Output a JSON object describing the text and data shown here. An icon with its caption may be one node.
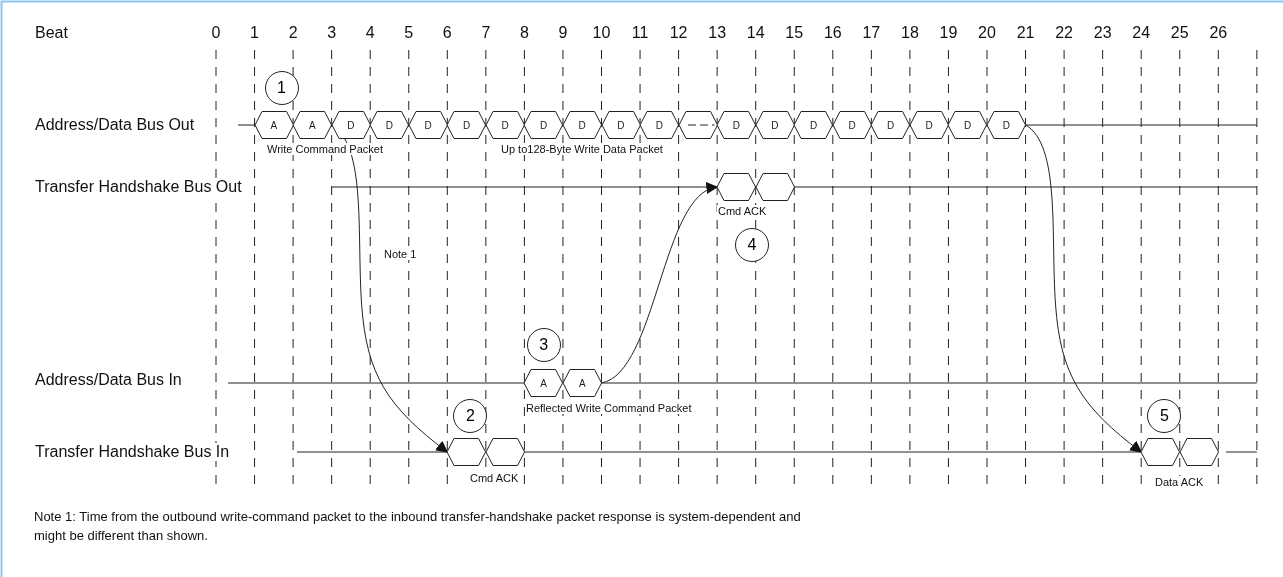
{
  "diagram": {
    "nodes": [
      {
        "text": [
          "A"
        ]
      },
      {
        "text": [
          "A"
        ]
      },
      {
        "text": [
          "D"
        ]
      },
      {
        "text": [
          "D"
        ]
      },
      {
        "text": [
          "D"
        ]
      },
      {
        "text": [
          "D"
        ]
      },
      {
        "text": [
          "D"
        ]
      },
      {
        "text": [
          "D"
        ]
      },
      {
        "text": [
          "D"
        ]
      },
      {
        "text": [
          "D"
        ]
      },
      {
        "text": [
          "D"
        ]
      },
      {
        "text": [],
        "shape": "hexagon"
      },
      {
        "text": [
          "D"
        ]
      },
      {
        "text": [
          "D"
        ]
      },
      {
        "text": [
          "D"
        ]
      },
      {
        "text": [
          "D"
        ]
      },
      {
        "text": [
          "D"
        ]
      },
      {
        "text": [
          "D"
        ]
      },
      {
        "text": [
          "D"
        ]
      },
      {
        "text": [
          "D"
        ]
      },
      {
        "text": [],
        "shape": "hexagon"
      },
      {
        "text": [],
        "shape": "hexagon"
      },
      {
        "text": [
          "A"
        ]
      },
      {
        "text": [
          "A"
        ]
      },
      {
        "text": [],
        "shape": "hexagon"
      },
      {
        "text": [],
        "shape": "hexagon"
      },
      {
        "text": [],
        "shape": "hexagon"
      },
      {
        "text": [],
        "shape": "hexagon"
      },
      {
        "text": [
          "1"
        ]
      },
      {
        "text": [
          "2"
        ]
      },
      {
        "text": [
          "3"
        ]
      },
      {
        "text": [
          "4"
        ]
      },
      {
        "text": [
          "5"
        ]
      }
    ],
    "edges": [
      {
        "from": 1,
        "to": 24,
        "arrow": "to"
      },
      {
        "from": 23,
        "to": 20,
        "arrow": "to"
      },
      {
        "from": 19,
        "to": 26,
        "arrow": "to"
      }
    ],
    "labels": [
      "Beat",
      "0",
      "1",
      "2",
      "3",
      "4",
      "5",
      "6",
      "7",
      "8",
      "9",
      "10",
      "11",
      "12",
      "13",
      "14",
      "15",
      "16",
      "17",
      "18",
      "19",
      "20",
      "21",
      "22",
      "23",
      "24",
      "25",
      "26",
      "Address/Data Bus Out",
      "Write Command Packet",
      "Up to128-Byte Write Data Packet",
      "Transfer Handshake Bus Out",
      "Cmd ACK",
      "Note 1",
      "Address/Data Bus In",
      "Reflected Write Command Packet",
      "Transfer Handshake Bus In",
      "Cmd ACK",
      "Data ACK",
      "Note 1: Time from the outbound write-command packet to the inbound transfer-handshake packet response is system-dependent and might be different than shown."
    ]
  }
}
